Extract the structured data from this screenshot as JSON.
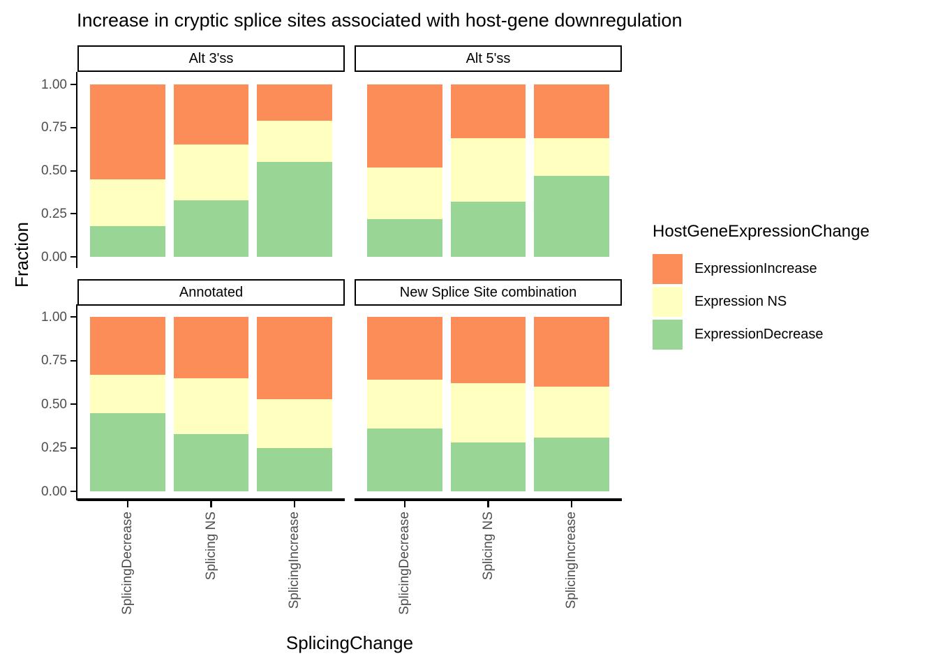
{
  "title": "Increase in cryptic splice sites associated with host-gene downregulation",
  "axes": {
    "x_title": "SplicingChange",
    "y_title": "Fraction",
    "y_tick_labels": [
      "0.00",
      "0.25",
      "0.50",
      "0.75",
      "1.00"
    ],
    "x_tick_labels": [
      "SplicingDecrease",
      "Splicing NS",
      "SplicingIncrease"
    ]
  },
  "legend": {
    "title": "HostGeneExpressionChange",
    "items": [
      {
        "label": "ExpressionIncrease",
        "color": "#FC8D59"
      },
      {
        "label": "Expression NS",
        "color": "#FFFFBF"
      },
      {
        "label": "ExpressionDecrease",
        "color": "#99D594"
      }
    ]
  },
  "colors": {
    "orange": "#FC8D59",
    "yellow": "#FFFFBF",
    "green": "#99D594",
    "axis_text": "#4d4d4d",
    "black": "#000000"
  },
  "chart_data": {
    "type": "bar",
    "subtype": "stacked-fill-faceted",
    "title": "Increase in cryptic splice sites associated with host-gene downregulation",
    "xlabel": "SplicingChange",
    "ylabel": "Fraction",
    "ylim": [
      0,
      1
    ],
    "yticks": [
      0,
      0.25,
      0.5,
      0.75,
      1.0
    ],
    "grid": false,
    "legend_position": "right",
    "categories": [
      "SplicingDecrease",
      "Splicing NS",
      "SplicingIncrease"
    ],
    "stack_order_bottom_to_top": [
      "ExpressionDecrease",
      "Expression NS",
      "ExpressionIncrease"
    ],
    "series_colors": {
      "ExpressionIncrease": "#FC8D59",
      "Expression NS": "#FFFFBF",
      "ExpressionDecrease": "#99D594"
    },
    "facets": [
      {
        "label": "Alt 3'ss",
        "bars": [
          {
            "category": "SplicingDecrease",
            "ExpressionDecrease": 0.18,
            "Expression NS": 0.27,
            "ExpressionIncrease": 0.55
          },
          {
            "category": "Splicing NS",
            "ExpressionDecrease": 0.33,
            "Expression NS": 0.32,
            "ExpressionIncrease": 0.35
          },
          {
            "category": "SplicingIncrease",
            "ExpressionDecrease": 0.55,
            "Expression NS": 0.24,
            "ExpressionIncrease": 0.21
          }
        ]
      },
      {
        "label": "Alt 5'ss",
        "bars": [
          {
            "category": "SplicingDecrease",
            "ExpressionDecrease": 0.22,
            "Expression NS": 0.3,
            "ExpressionIncrease": 0.48
          },
          {
            "category": "Splicing NS",
            "ExpressionDecrease": 0.32,
            "Expression NS": 0.37,
            "ExpressionIncrease": 0.31
          },
          {
            "category": "SplicingIncrease",
            "ExpressionDecrease": 0.47,
            "Expression NS": 0.22,
            "ExpressionIncrease": 0.31
          }
        ]
      },
      {
        "label": "Annotated",
        "bars": [
          {
            "category": "SplicingDecrease",
            "ExpressionDecrease": 0.45,
            "Expression NS": 0.22,
            "ExpressionIncrease": 0.33
          },
          {
            "category": "Splicing NS",
            "ExpressionDecrease": 0.33,
            "Expression NS": 0.32,
            "ExpressionIncrease": 0.35
          },
          {
            "category": "SplicingIncrease",
            "ExpressionDecrease": 0.25,
            "Expression NS": 0.28,
            "ExpressionIncrease": 0.47
          }
        ]
      },
      {
        "label": "New Splice Site combination",
        "bars": [
          {
            "category": "SplicingDecrease",
            "ExpressionDecrease": 0.36,
            "Expression NS": 0.28,
            "ExpressionIncrease": 0.36
          },
          {
            "category": "Splicing NS",
            "ExpressionDecrease": 0.28,
            "Expression NS": 0.34,
            "ExpressionIncrease": 0.38
          },
          {
            "category": "SplicingIncrease",
            "ExpressionDecrease": 0.31,
            "Expression NS": 0.29,
            "ExpressionIncrease": 0.4
          }
        ]
      }
    ]
  }
}
